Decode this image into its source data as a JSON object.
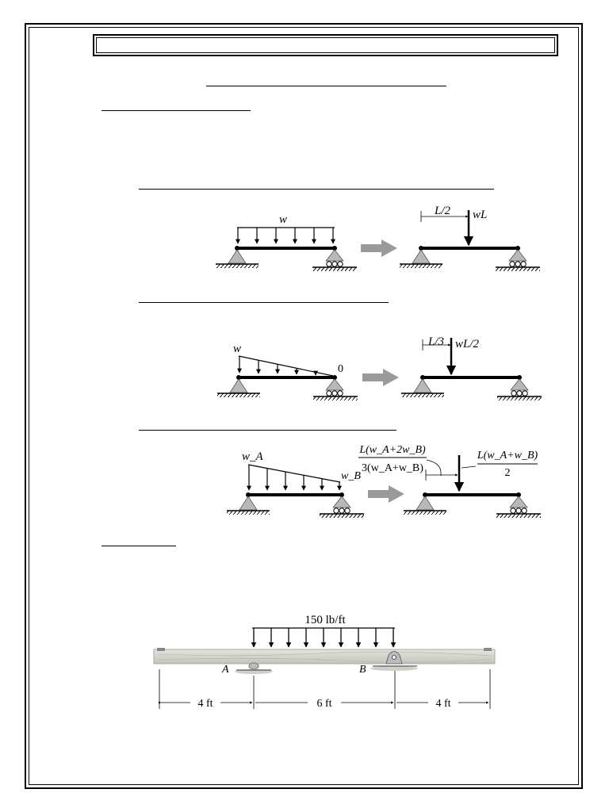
{
  "header": {
    "title": ""
  },
  "section_title": "",
  "subheading_1": "",
  "cases": [
    {
      "heading": "",
      "load_label": "w",
      "result_distance": "L/2",
      "result_force": "wL"
    },
    {
      "heading": "",
      "load_label": "w",
      "end_label": "0",
      "result_distance": "L/3",
      "result_force": "wL/2"
    },
    {
      "heading": "",
      "load_left": "w_A",
      "load_right": "w_B",
      "distance_num": "L(w_A+2w_B)",
      "distance_den": "3(w_A+w_B)",
      "force_num": "L(w_A+w_B)",
      "force_den": "2"
    }
  ],
  "subheading_2": "",
  "example": {
    "load_label": "150 lb/ft",
    "support_a": "A",
    "support_b": "B",
    "dimensions": [
      "4 ft",
      "6 ft",
      "4 ft"
    ]
  },
  "colors": {
    "support": "#b8b8b8",
    "arrow_gray": "#9a9a9a",
    "wood": "#d6d6d0"
  }
}
